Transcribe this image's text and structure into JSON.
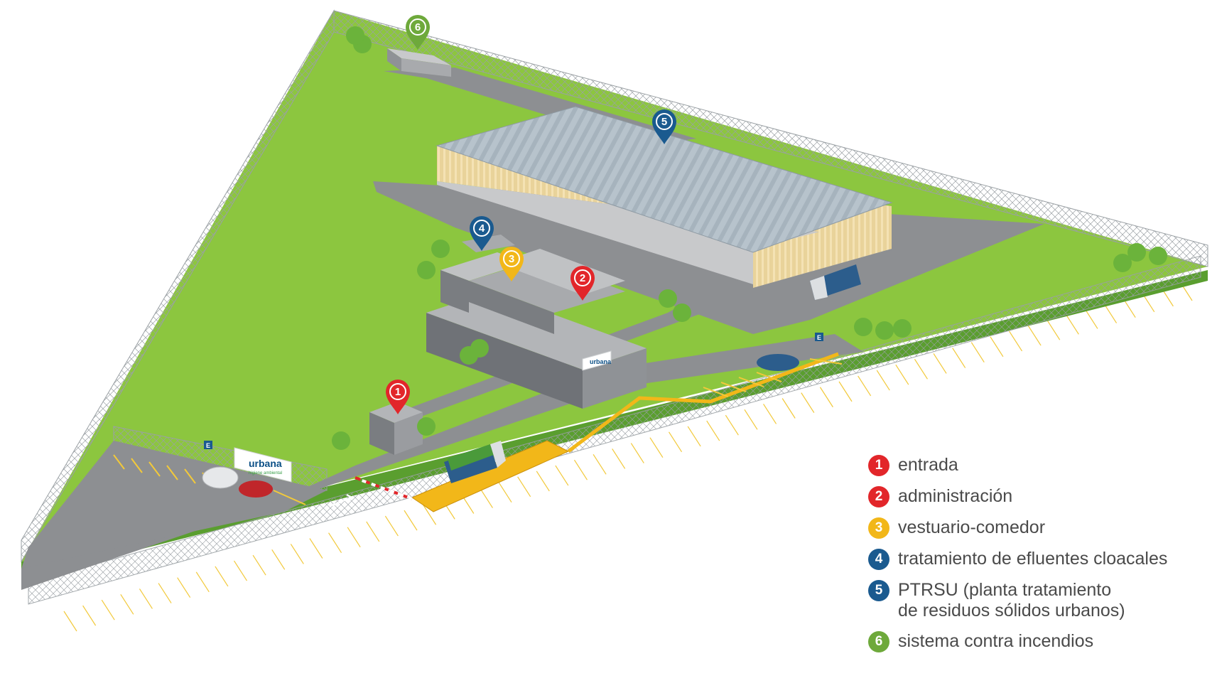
{
  "colors": {
    "red": "#e2262a",
    "yellow": "#f2b719",
    "blue": "#1a5a8f",
    "green": "#6ea93b",
    "grass": "#8cc63f",
    "asphalt": "#8d8f92",
    "brand": "#0b4f86"
  },
  "markers": [
    {
      "num": "1",
      "color": "#e2262a"
    },
    {
      "num": "2",
      "color": "#e2262a"
    },
    {
      "num": "3",
      "color": "#f2b719"
    },
    {
      "num": "4",
      "color": "#1a5a8f"
    },
    {
      "num": "5",
      "color": "#1a5a8f"
    },
    {
      "num": "6",
      "color": "#6ea93b"
    }
  ],
  "signs": {
    "brand_main": "urbana",
    "brand_sub": "higiene ambiental",
    "parking_letter": "E"
  },
  "legend": [
    {
      "num": "1",
      "color": "#e2262a",
      "text": "entrada",
      "text2": ""
    },
    {
      "num": "2",
      "color": "#e2262a",
      "text": "administración",
      "text2": ""
    },
    {
      "num": "3",
      "color": "#f2b719",
      "text": "vestuario-comedor",
      "text2": ""
    },
    {
      "num": "4",
      "color": "#1a5a8f",
      "text": "tratamiento de efluentes cloacales",
      "text2": ""
    },
    {
      "num": "5",
      "color": "#1a5a8f",
      "text": "PTRSU (planta tratamiento",
      "text2": "de residuos sólidos urbanos)"
    },
    {
      "num": "6",
      "color": "#6ea93b",
      "text": "sistema contra incendios",
      "text2": ""
    }
  ]
}
